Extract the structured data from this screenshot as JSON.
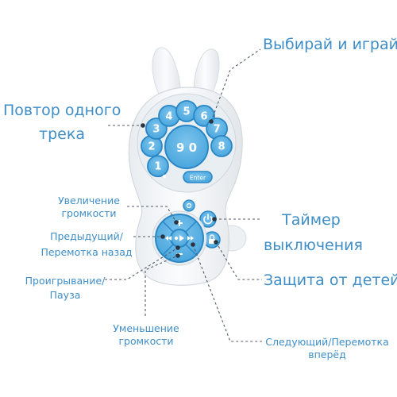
{
  "device": {
    "keypad_keys": [
      "1",
      "2",
      "3",
      "4",
      "5",
      "6",
      "7",
      "8"
    ],
    "center_display": "9 0",
    "enter_label": "Enter",
    "accent_color": "#5ab2e6",
    "key_border_color": "#2a87c6",
    "body_color": "#f4f6f8"
  },
  "labels": {
    "choose_and_play": "Выбирай и играй",
    "repeat_track_line1": "Повтор одного",
    "repeat_track_line2": "трека",
    "volume_up_line1": "Увеличение",
    "volume_up_line2": "громкости",
    "previous_line1": "Предыдущий/",
    "previous_line2": "Перемотка назад",
    "play_pause_line1": "Проигрывание/",
    "play_pause_line2": "Пауза",
    "volume_down_line1": "Уменьшение",
    "volume_down_line2": "громкости",
    "timer_line1": "Таймер",
    "timer_line2": "выключения",
    "child_lock": "Защита от детей",
    "next_line1": "Следующий/Перемотка",
    "next_line2": "вперёд"
  },
  "icons": {
    "timer": "power-timer-icon",
    "lock": "lock-icon",
    "repeat": "repeat-icon",
    "play_pause": "play-pause-icon",
    "previous": "rewind-icon",
    "next": "fast-forward-icon",
    "volume_up": "plus-icon",
    "volume_down": "minus-icon"
  }
}
